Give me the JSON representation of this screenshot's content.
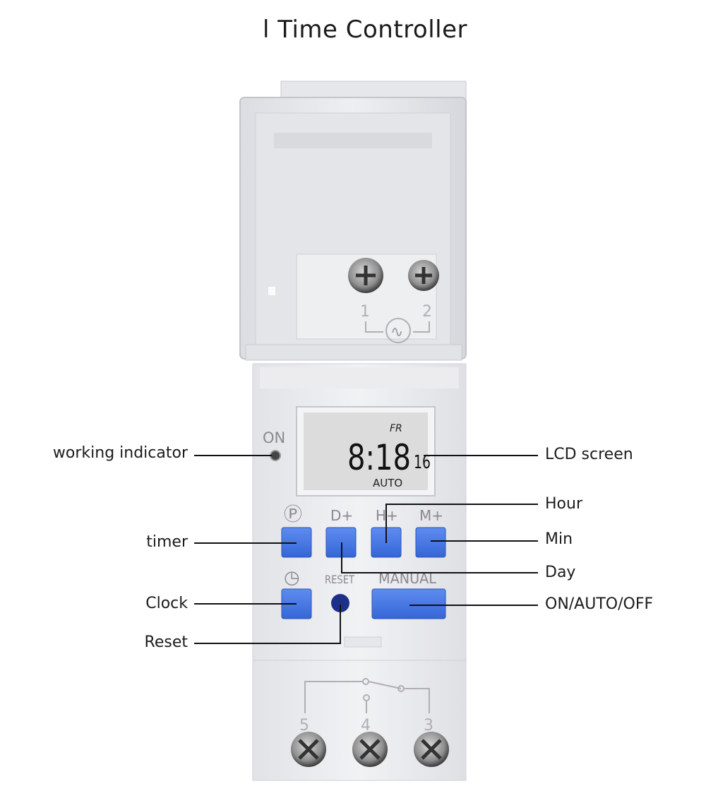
{
  "title": "l Time Controller",
  "lid": {
    "terminal_1": "1",
    "terminal_2": "2",
    "ac_symbol": "∿"
  },
  "panel": {
    "on_label": "ON",
    "lcd": {
      "day": "FR",
      "time_main": "8:18",
      "seconds": "16",
      "mode": "AUTO"
    },
    "buttons": {
      "program_symbol": "Ⓟ",
      "day_label": "D+",
      "hour_label": "H+",
      "min_label": "M+",
      "clock_symbol": "◷",
      "reset_label": "RESET",
      "manual_label": "MANUAL"
    }
  },
  "bottom_terminals": {
    "t5": "5",
    "t4": "4",
    "t3": "3"
  },
  "callouts": {
    "working_indicator": "working indicator",
    "timer": "timer",
    "clock": "Clock",
    "reset": "Reset",
    "lcd_screen": "LCD screen",
    "hour": "Hour",
    "min": "Min",
    "day": "Day",
    "on_auto_off": "ON/AUTO/OFF"
  },
  "colors": {
    "button_blue": "#3f74e0",
    "reset_blue": "#1e2f8a",
    "housing": "#e9eaee",
    "lcd_bg": "#dcdcdc"
  }
}
